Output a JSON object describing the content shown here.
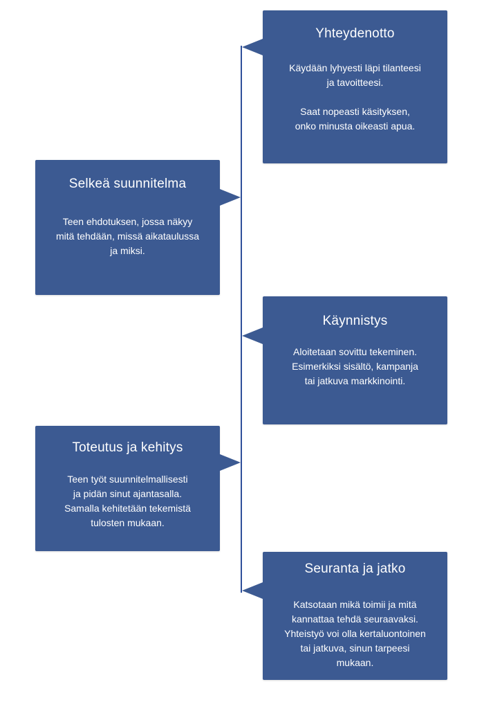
{
  "colors": {
    "box": "#3c5a92",
    "line": "#2e4f9a",
    "text": "#ffffff",
    "background": "#ffffff"
  },
  "steps": [
    {
      "title": "Yhteydenotto",
      "paragraphs": [
        [
          "Käydään lyhyesti läpi tilanteesi",
          "ja tavoitteesi."
        ],
        [
          "Saat nopeasti käsityksen,",
          "onko minusta oikeasti apua."
        ]
      ]
    },
    {
      "title": "Selkeä suunnitelma",
      "paragraphs": [
        [
          "Teen ehdotuksen, jossa näkyy",
          "mitä tehdään, missä aikataulussa",
          "ja miksi."
        ]
      ]
    },
    {
      "title": "Käynnistys",
      "paragraphs": [
        [
          "Aloitetaan sovittu tekeminen.",
          "Esimerkiksi sisältö, kampanja",
          "tai jatkuva markkinointi."
        ]
      ]
    },
    {
      "title": "Toteutus ja kehitys",
      "paragraphs": [
        [
          "Teen työt suunnitelmallisesti",
          "ja pidän sinut ajantasalla.",
          "Samalla kehitetään tekemistä",
          "tulosten mukaan."
        ]
      ]
    },
    {
      "title": "Seuranta ja jatko",
      "paragraphs": [
        [
          "Katsotaan mikä toimii ja mitä",
          "kannattaa tehdä seuraavaksi.",
          "Yhteistyö voi olla kertaluontoinen",
          "tai jatkuva, sinun tarpeesi",
          "mukaan."
        ]
      ]
    }
  ]
}
